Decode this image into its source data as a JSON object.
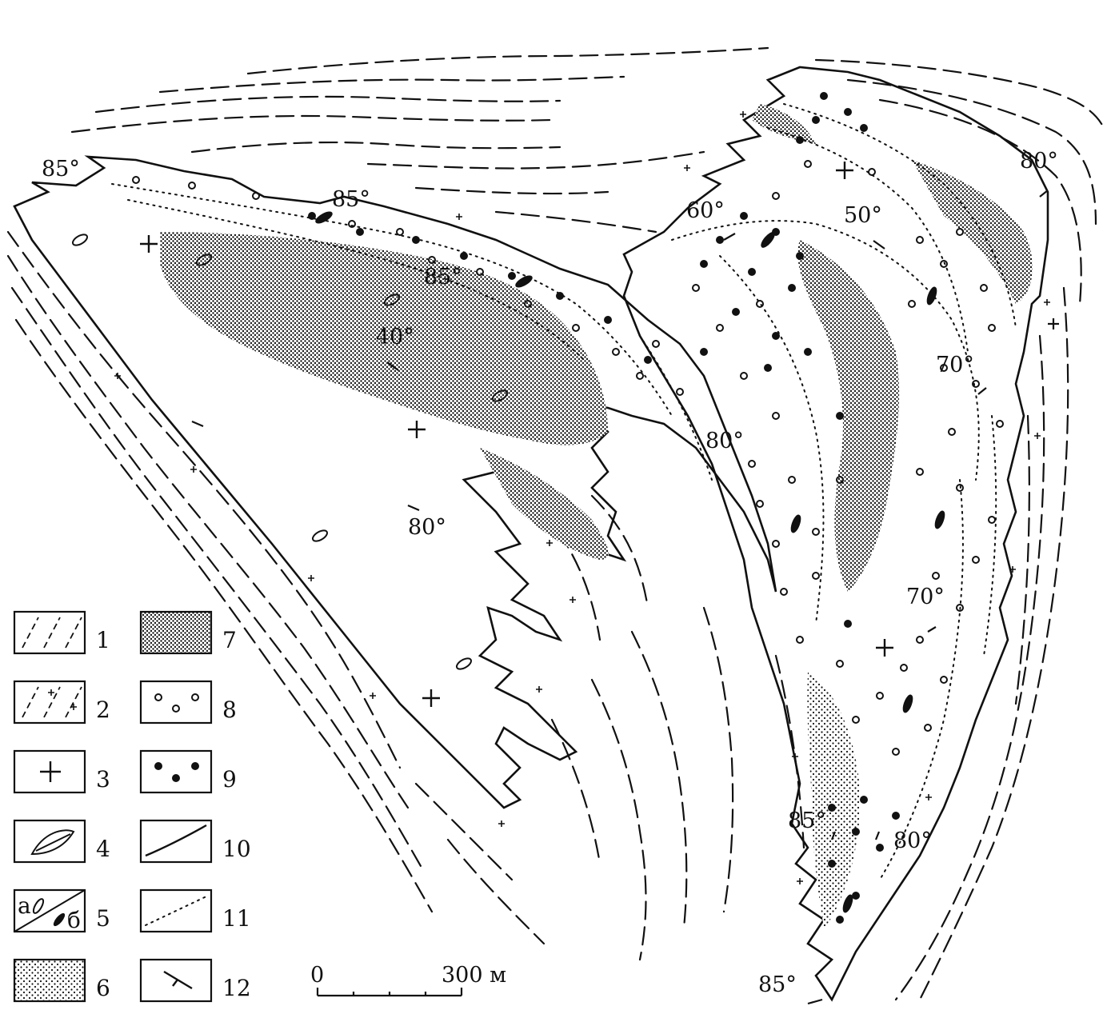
{
  "map": {
    "dip_labels": [
      "85°",
      "85°",
      "85°",
      "40°",
      "60°",
      "50°",
      "80°",
      "70°",
      "80°",
      "80°",
      "70°",
      "85°",
      "80°",
      "85°"
    ]
  },
  "legend": {
    "items": [
      "1",
      "2",
      "3",
      "4",
      "5",
      "6",
      "7",
      "8",
      "9",
      "10",
      "11",
      "12"
    ],
    "item5_left": "а",
    "item5_right": "б"
  },
  "scale": {
    "zero": "0",
    "end": "300 м"
  },
  "colors": {
    "ink": "#111111",
    "paper": "#ffffff"
  }
}
